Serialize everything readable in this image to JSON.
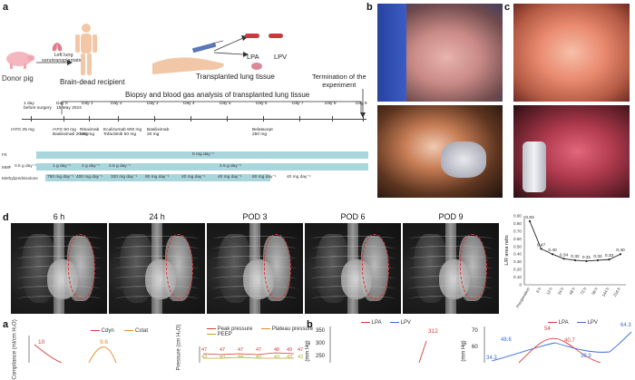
{
  "panel_labels": {
    "a": "a",
    "b": "b",
    "c": "c",
    "d": "d",
    "a2": "a",
    "b2": "b"
  },
  "schematic": {
    "donor_pig": "Donor pig",
    "left_lung_xeno": [
      "Left lung",
      "xenotransplantation"
    ],
    "recipient": "Brain-dead recipient",
    "transplanted_tissue": "Transplanted lung tissue",
    "lpa": "LPA",
    "lpv": "LPV",
    "termination": [
      "Termination of the",
      "experiment"
    ],
    "biopsy": "Biopsy and blood gas analysis of transplanted lung tissue"
  },
  "timeline": {
    "days": [
      {
        "label": "1 day\nbefore surgery"
      },
      {
        "label": "Day 0\n15 May 2024"
      },
      {
        "label": "Day 1"
      },
      {
        "label": "Day 2"
      },
      {
        "label": "Day 3"
      },
      {
        "label": "Day 4"
      },
      {
        "label": "Day 5"
      },
      {
        "label": "Day 6"
      },
      {
        "label": "Day 7"
      },
      {
        "label": "Day 8"
      },
      {
        "label": "Day 9"
      }
    ],
    "drugs": [
      {
        "text": "rATG 25 mg"
      },
      {
        "text": "rATG 50 mg\nBasiliximab 20 mg"
      },
      {
        "text": "Rituximab\n500 mg"
      },
      {
        "text": "Eculizumab 600 mg\nTofacitinib 50 mg"
      },
      {
        "text": "Basiliximab\n20 mg"
      },
      {
        "text": "Belatacept\n250 mg"
      }
    ],
    "rows": {
      "fk": {
        "name": "FK",
        "center": "5 mg day⁻¹"
      },
      "mmf": {
        "name": "MMF",
        "doses": [
          "0.5 g day⁻¹",
          "1 g day⁻¹",
          "2 g day⁻¹",
          "2.5 g day⁻¹",
          "2.5 g day⁻¹"
        ]
      },
      "mp": {
        "name": "Methylprednisolone",
        "doses": [
          "750 mg day⁻¹",
          "400 mg day⁻¹",
          "320 mg day⁻¹",
          "80 mg day⁻¹",
          "40 mg day⁻¹",
          "40 mg day⁻¹",
          "60 mg day⁻¹",
          "40 mg day⁻¹"
        ]
      }
    }
  },
  "xray": {
    "labels": [
      "6 h",
      "24 h",
      "POD 3",
      "POD 6",
      "POD 9"
    ]
  },
  "chart_data": [
    {
      "type": "line",
      "title": "",
      "ylabel": "L/R area ratio",
      "categories": [
        "Preoperation",
        "6 h",
        "12 h",
        "24 h",
        "48 h",
        "72 h",
        "96 h",
        "144 h",
        "216 h"
      ],
      "values": [
        0.83,
        0.47,
        0.4,
        0.34,
        0.32,
        0.31,
        0.32,
        0.33,
        0.4
      ],
      "ylim": [
        0,
        0.9
      ],
      "yticks": [
        "0",
        "0.10",
        "0.20",
        "0.30",
        "0.40",
        "0.50",
        "0.60",
        "0.70",
        "0.80",
        "0.90"
      ],
      "grid": false
    }
  ],
  "bottom": {
    "compliance": {
      "ylabel": "Compliance (ml/cm H₂O)",
      "legend": [
        "Cdyn",
        "Cstat"
      ],
      "labels": [
        "10",
        "9.6"
      ]
    },
    "pressure": {
      "ylabel": "Pressure (cm H₂O)",
      "legend": [
        "Peak pressure",
        "Plateau pressure",
        "PEEP"
      ],
      "labels_top": [
        "47",
        "47",
        "47",
        "47",
        "48",
        "49",
        "47"
      ],
      "labels_bot": [
        "43",
        "43",
        "44",
        "43",
        "43",
        "43",
        "43"
      ]
    },
    "pao2": {
      "legend": [
        "LPA",
        "LPV"
      ],
      "yticks": [
        "350",
        "300",
        "250"
      ],
      "ylabel": "(mm Hg)",
      "label": "312"
    },
    "paco2": {
      "legend": [
        "LPA",
        "LPV"
      ],
      "yticks": [
        "70",
        "60"
      ],
      "ylabel": "(mm Hg)",
      "labels": [
        "48.6",
        "54",
        "40.7",
        "38.9",
        "64.3",
        "34.3"
      ]
    }
  },
  "colors": {
    "teal": "#a9d6dd",
    "red": "#d93a3a",
    "blue": "#3a6fd9",
    "orange": "#e58a2a",
    "olive": "#b7a92a"
  }
}
